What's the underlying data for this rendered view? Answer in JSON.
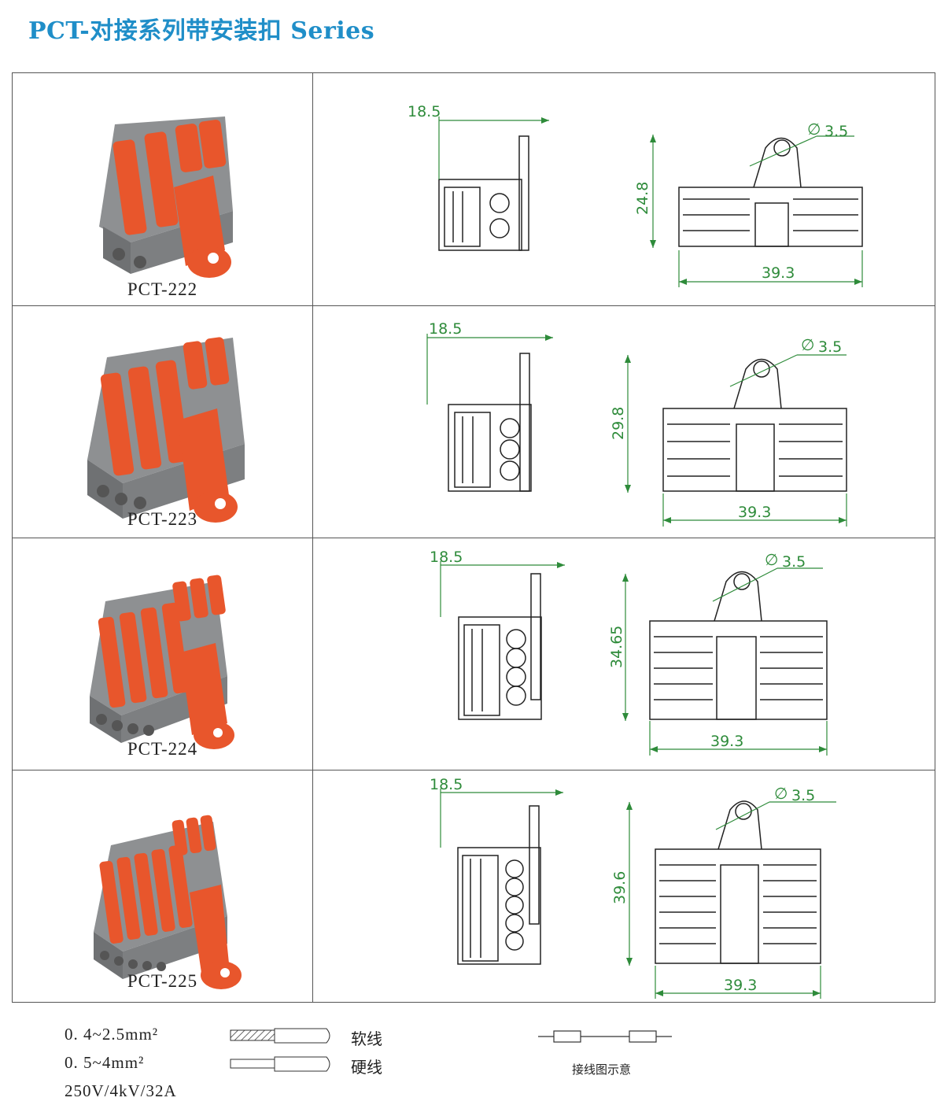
{
  "title": "PCT-对接系列带安装扣 Series",
  "products": [
    {
      "model": "PCT-222",
      "poles": 2,
      "side_depth": "18.5",
      "height": "24.8",
      "hole": "3.5",
      "width": "39.3"
    },
    {
      "model": "PCT-223",
      "poles": 3,
      "side_depth": "18.5",
      "height": "29.8",
      "hole": "3.5",
      "width": "39.3"
    },
    {
      "model": "PCT-224",
      "poles": 4,
      "side_depth": "18.5",
      "height": "34.65",
      "hole": "3.5",
      "width": "39.3"
    },
    {
      "model": "PCT-225",
      "poles": 5,
      "side_depth": "18.5",
      "height": "39.6",
      "hole": "3.5",
      "width": "39.3"
    }
  ],
  "diameter_symbol": "∅",
  "specs": {
    "soft_wire_range": "0. 4~2.5mm²",
    "hard_wire_range": "0. 5~4mm²",
    "rating": "250V/4kV/32A",
    "soft_wire_label": "软线",
    "hard_wire_label": "硬线",
    "wiring_caption": "接线图示意"
  },
  "colors": {
    "title": "#1f8ec8",
    "dimension": "#2e8b3a",
    "connector_body": "#8e9092",
    "connector_lever": "#e8562c"
  }
}
